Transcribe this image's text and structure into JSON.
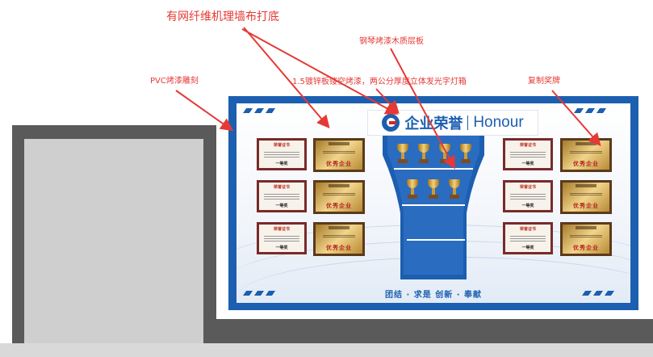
{
  "annotations": {
    "fiber_cloth": "有网纤维机理墙布打底",
    "piano_shelf": "钢琴烤漆木质层板",
    "pvc_carving": "PVC烤漆雕刻",
    "galvanized_sign": "1.5镀锌板镂空烤漆，两公分厚度立体发光字灯箱",
    "replica_plaque": "复制奖牌"
  },
  "logo": {
    "cn": "企业荣誉",
    "en": "Honour"
  },
  "certificate": {
    "title": "荣誉证书",
    "rank": "一等奖"
  },
  "plaque": {
    "text": "优秀企业"
  },
  "slogan": "团结 · 求是    创新 · 奉献",
  "colors": {
    "board_blue": "#1c5fb0",
    "annotation_red": "#e53935",
    "wall_gray": "#5a5a5a"
  },
  "icons": {
    "logo_mark": "company-logo-icon",
    "trophy": "trophy-icon"
  }
}
